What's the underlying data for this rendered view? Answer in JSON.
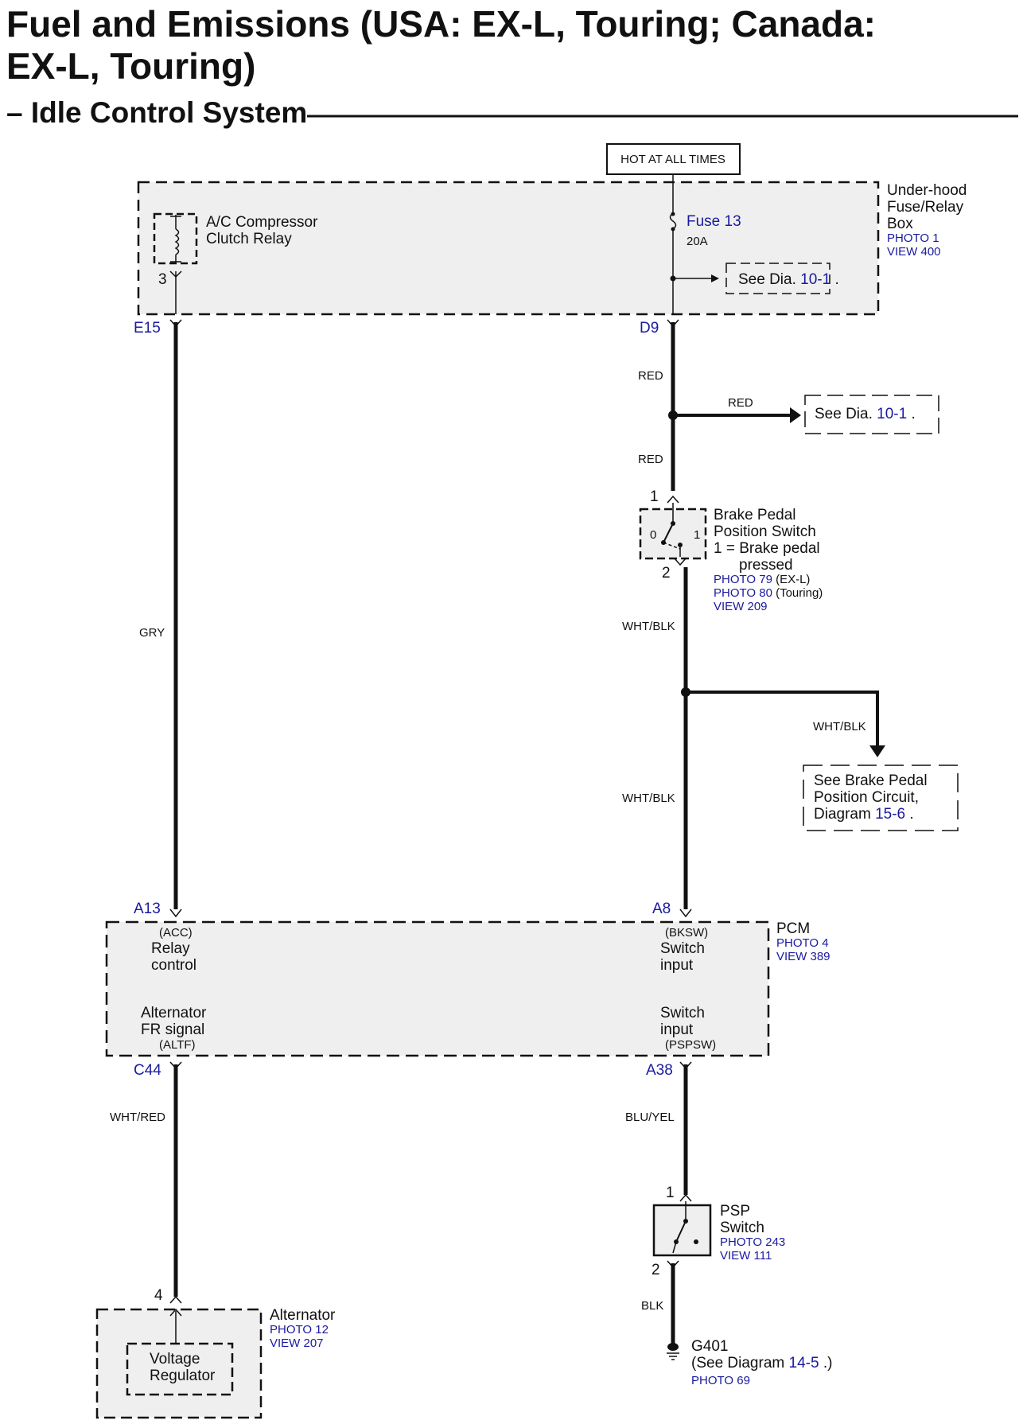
{
  "header": {
    "title_line1": "Fuel and Emissions (USA: EX-L, Touring; Canada:",
    "title_line2": "EX-L, Touring)",
    "section": "– Idle Control System"
  },
  "power": {
    "label": "HOT AT ALL TIMES"
  },
  "fuse_box": {
    "name_line1": "Under-hood",
    "name_line2": "Fuse/Relay",
    "name_line3": "Box",
    "photo": "PHOTO 1",
    "view": "VIEW 400",
    "relay_line1": "A/C Compressor",
    "relay_line2": "Clutch Relay",
    "relay_pin": "3",
    "fuse_name": "Fuse 13",
    "fuse_rating": "20A",
    "see_prefix": "See Dia.",
    "see_ref": "10-1",
    "see_suffix": "."
  },
  "connectors": {
    "e15": "E15",
    "d9": "D9",
    "a13": "A13",
    "a8": "A8",
    "c44": "C44",
    "a38": "A38"
  },
  "wires": {
    "red1": "RED",
    "red2": "RED",
    "red3": "RED",
    "gry": "GRY",
    "wht_blk1": "WHT/BLK",
    "wht_blk2": "WHT/BLK",
    "wht_blk3": "WHT/BLK",
    "wht_red": "WHT/RED",
    "blu_yel": "BLU/YEL",
    "blk": "BLK"
  },
  "ref_red": {
    "prefix": "See Dia.",
    "ref": "10-1",
    "suffix": "."
  },
  "brake_switch": {
    "pin_top": "1",
    "pin_bottom": "2",
    "pos0": "0",
    "pos1": "1",
    "name_line1": "Brake Pedal",
    "name_line2": "Position Switch",
    "name_line3": "1 = Brake pedal",
    "name_line4": "pressed",
    "photo1": "PHOTO 79",
    "photo1_note": "(EX-L)",
    "photo2": "PHOTO 80",
    "photo2_note": "(Touring)",
    "view": "VIEW 209"
  },
  "ref_brake": {
    "line1": "See Brake Pedal",
    "line2": "Position Circuit,",
    "line3_prefix": "Diagram",
    "line3_ref": "15-6",
    "line3_suffix": "."
  },
  "pcm": {
    "name": "PCM",
    "photo": "PHOTO 4",
    "view": "VIEW 389",
    "acc_code": "(ACC)",
    "acc_line1": "Relay",
    "acc_line2": "control",
    "bksw_code": "(BKSW)",
    "bksw_line1": "Switch",
    "bksw_line2": "input",
    "altf_line1": "Alternator",
    "altf_line2": "FR signal",
    "altf_code": "(ALTF)",
    "pspsw_line1": "Switch",
    "pspsw_line2": "input",
    "pspsw_code": "(PSPSW)"
  },
  "psp_switch": {
    "pin_top": "1",
    "pin_bottom": "2",
    "name_line1": "PSP",
    "name_line2": "Switch",
    "photo": "PHOTO 243",
    "view": "VIEW 111"
  },
  "alternator": {
    "pin": "4",
    "name": "Alternator",
    "photo": "PHOTO 12",
    "view": "VIEW 207",
    "inner_line1": "Voltage",
    "inner_line2": "Regulator"
  },
  "ground": {
    "name": "G401",
    "see_prefix": "(See Diagram",
    "see_ref": "14-5",
    "see_suffix": ".)",
    "photo": "PHOTO 69"
  }
}
